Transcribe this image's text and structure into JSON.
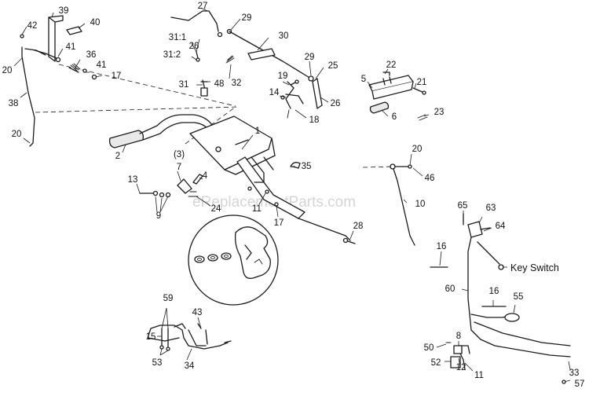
{
  "watermark": "eReplacementParts.com",
  "key_switch_label": "Key Switch",
  "qty_note": "(3)",
  "callouts": [
    "39",
    "40",
    "42",
    "41",
    "36",
    "41",
    "17",
    "20",
    "38",
    "20",
    "27",
    "29",
    "31:1",
    "31:2",
    "26",
    "30",
    "31",
    "48",
    "32",
    "29",
    "25",
    "26",
    "19",
    "14",
    "18",
    "22",
    "5",
    "21",
    "23",
    "6",
    "1",
    "2",
    "7",
    "4",
    "35",
    "13",
    "9",
    "24",
    "11",
    "17",
    "28",
    "20",
    "46",
    "10",
    "65",
    "63",
    "64",
    "16",
    "60",
    "16",
    "55",
    "8",
    "50",
    "52",
    "12",
    "11",
    "59",
    "15",
    "53",
    "43",
    "34",
    "33",
    "57"
  ]
}
